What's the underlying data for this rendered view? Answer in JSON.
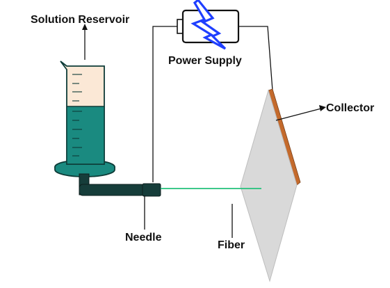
{
  "labels": {
    "solution_reservoir": "Solution Reservoir",
    "power_supply": "Power Supply",
    "collector": "Collector",
    "needle": "Needle",
    "fiber": "Fiber"
  },
  "colors": {
    "solution": "#1a8a80",
    "reservoir_glass": "#fbe8d6",
    "base": "#1a8a80",
    "needle": "#163d3a",
    "fiber_jet": "#22c07a",
    "collector_face": "#d9d9d9",
    "collector_edge": "#c46a2c",
    "lightning_bolt": "#1f3fff",
    "wire": "#111111"
  },
  "icons": {
    "power_supply": "battery-lightning-icon"
  }
}
